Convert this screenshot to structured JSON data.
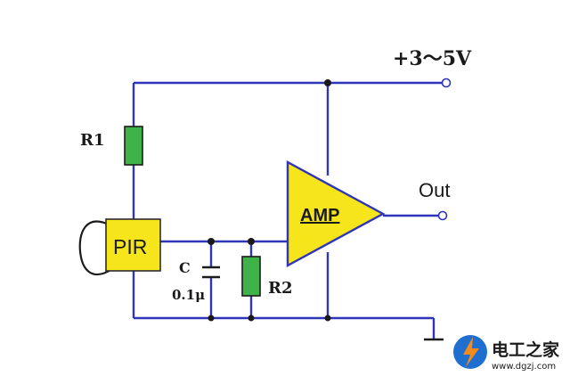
{
  "diagram": {
    "labels": {
      "supply": "+3～5V",
      "out": "Out",
      "amp": "AMP",
      "pir": "PIR",
      "r1": "R1",
      "r2": "R2",
      "c": "C",
      "c_value": "0.1μ"
    },
    "components": [
      {
        "id": "R1",
        "kind": "resistor"
      },
      {
        "id": "R2",
        "kind": "resistor"
      },
      {
        "id": "C",
        "kind": "capacitor",
        "value": "0.1μ"
      },
      {
        "id": "PIR",
        "kind": "pir-sensor"
      },
      {
        "id": "AMP",
        "kind": "amplifier"
      }
    ],
    "connections": [
      [
        "supply",
        "R1"
      ],
      [
        "R1",
        "PIR"
      ],
      [
        "PIR",
        "C"
      ],
      [
        "PIR",
        "R2"
      ],
      [
        "PIR",
        "AMP"
      ],
      [
        "C",
        "ground"
      ],
      [
        "R2",
        "ground"
      ],
      [
        "AMP",
        "out"
      ],
      [
        "supply",
        "AMP"
      ]
    ],
    "colors": {
      "wire": "#2f34b8",
      "resistor": "#3fb24a",
      "pir": "#f5e51a",
      "amp": "#f5e51a"
    }
  },
  "watermark": {
    "logo_icon": "lightning-bolt-icon",
    "brand": "电工之家",
    "url": "www.dgzj.com",
    "colors": {
      "logo_blue": "#1f6fd1",
      "logo_orange": "#f28a1e"
    }
  }
}
